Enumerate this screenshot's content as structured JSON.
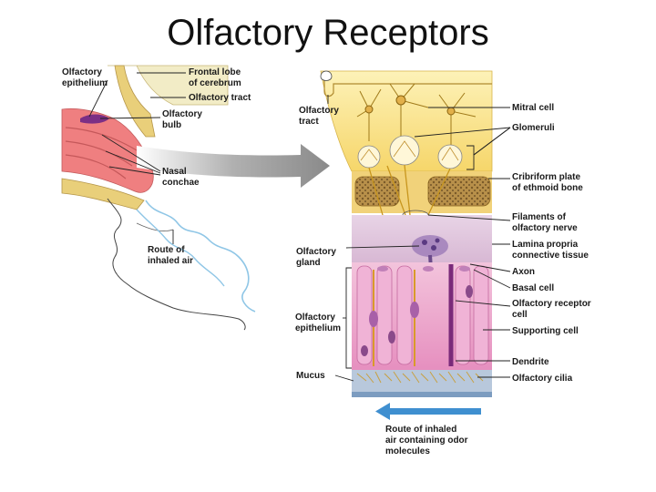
{
  "slide": {
    "title": "Olfactory Receptors"
  },
  "head_labels": {
    "olfactory_epithelium": [
      "Olfactory",
      "epithelium"
    ],
    "frontal_lobe": [
      "Frontal lobe",
      "of cerebrum"
    ],
    "olfactory_tract": [
      "Olfactory tract"
    ],
    "olfactory_bulb": [
      "Olfactory",
      "bulb"
    ],
    "nasal_conchae": [
      "Nasal",
      "conchae"
    ],
    "route_inhaled_air": [
      "Route of",
      "inhaled air"
    ]
  },
  "detail_labels": {
    "olfactory_tract": [
      "Olfactory",
      "tract"
    ],
    "olfactory_gland": [
      "Olfactory",
      "gland"
    ],
    "olfactory_epithelium": [
      "Olfactory",
      "epithelium"
    ],
    "mucus": [
      "Mucus"
    ],
    "mitral_cell": [
      "Mitral cell"
    ],
    "glomeruli": [
      "Glomeruli"
    ],
    "cribriform_plate": [
      "Cribriform plate",
      "of ethmoid bone"
    ],
    "filaments": [
      "Filaments of",
      "olfactory nerve"
    ],
    "lamina_propria": [
      "Lamina propria",
      "connective tissue"
    ],
    "axon": [
      "Axon"
    ],
    "basal_cell": [
      "Basal cell"
    ],
    "olfactory_receptor_cell": [
      "Olfactory receptor",
      "cell"
    ],
    "supporting_cell": [
      "Supporting cell"
    ],
    "dendrite": [
      "Dendrite"
    ],
    "olfactory_cilia": [
      "Olfactory cilia"
    ],
    "route_odor": [
      "Route of inhaled",
      "air containing odor",
      "molecules"
    ]
  },
  "colors": {
    "brain_yellow": "#fbe58a",
    "bone_tan": "#c9a55a",
    "epithelium_pink": "#e9a0c8",
    "nasal_pink": "#ef7f80",
    "arrow_grey": "#8c8c8c",
    "arrow_blue": "#3f8fd0",
    "air_path": "#8fc6e6",
    "mucus_blue": "#b8c8dc"
  }
}
